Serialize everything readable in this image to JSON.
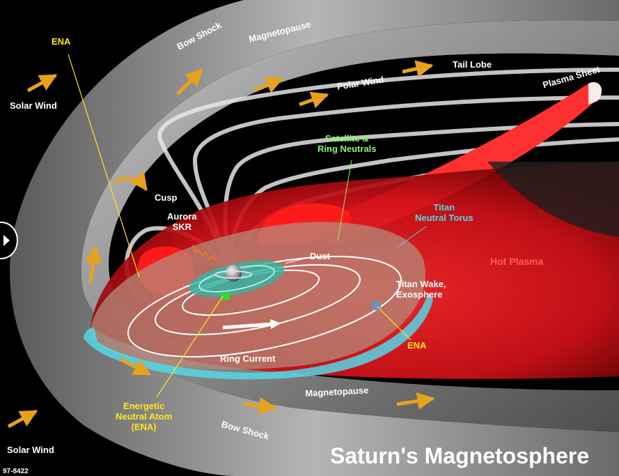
{
  "title": "Saturn's Magnetosphere",
  "figure_id": "97-8422",
  "labels": {
    "ena_top": "ENA",
    "bow_shock_top": "Bow Shock",
    "magnetopause_top": "Magnetopause",
    "solar_wind_top": "Solar Wind",
    "polar_wind": "Polar Wind",
    "tail_lobe": "Tail Lobe",
    "plasma_sheet": "Plasma Sheet",
    "satellite_ring_neutrals": "Satellite &\nRing Neutrals",
    "cusp": "Cusp",
    "aurora_skr": "Aurora\nSKR",
    "titan_neutral_torus": "Titan\nNeutral Torus",
    "dust": "Dust",
    "hot_plasma": "Hot Plasma",
    "titan_wake": "Titan Wake,\nExosphere",
    "ena_right": "ENA",
    "ring_current": "Ring Current",
    "energetic_neutral_atom": "Energetic\nNeutral Atom\n(ENA)",
    "magnetopause_bottom": "Magnetopause",
    "bow_shock_bottom": "Bow Shock",
    "solar_wind_bottom": "Solar Wind"
  },
  "colors": {
    "background": "#000000",
    "shock_gray": "#9a9a9a",
    "hot_plasma": "#e0141e",
    "torus_cyan": "#55d6e6",
    "arrow_orange": "#e8a21a",
    "label_yellow": "#ffe81a",
    "label_green": "#8ff07a",
    "label_red": "#ff5c5c"
  },
  "icons": {
    "play": "play-icon"
  }
}
